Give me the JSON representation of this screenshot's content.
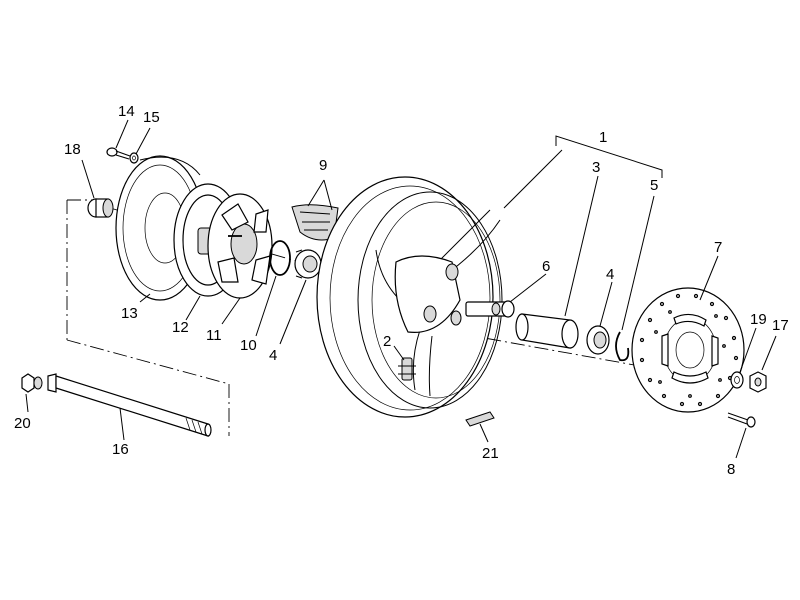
{
  "callouts": [
    {
      "id": "1",
      "label": "1"
    },
    {
      "id": "2",
      "label": "2"
    },
    {
      "id": "3",
      "label": "3"
    },
    {
      "id": "4a",
      "label": "4"
    },
    {
      "id": "4b",
      "label": "4"
    },
    {
      "id": "5",
      "label": "5"
    },
    {
      "id": "6",
      "label": "6"
    },
    {
      "id": "7",
      "label": "7"
    },
    {
      "id": "8",
      "label": "8"
    },
    {
      "id": "9",
      "label": "9"
    },
    {
      "id": "10",
      "label": "10"
    },
    {
      "id": "11",
      "label": "11"
    },
    {
      "id": "12",
      "label": "12"
    },
    {
      "id": "13",
      "label": "13"
    },
    {
      "id": "14",
      "label": "14"
    },
    {
      "id": "15",
      "label": "15"
    },
    {
      "id": "16",
      "label": "16"
    },
    {
      "id": "17",
      "label": "17"
    },
    {
      "id": "18",
      "label": "18"
    },
    {
      "id": "19",
      "label": "19"
    },
    {
      "id": "20",
      "label": "20"
    },
    {
      "id": "21",
      "label": "21"
    }
  ]
}
